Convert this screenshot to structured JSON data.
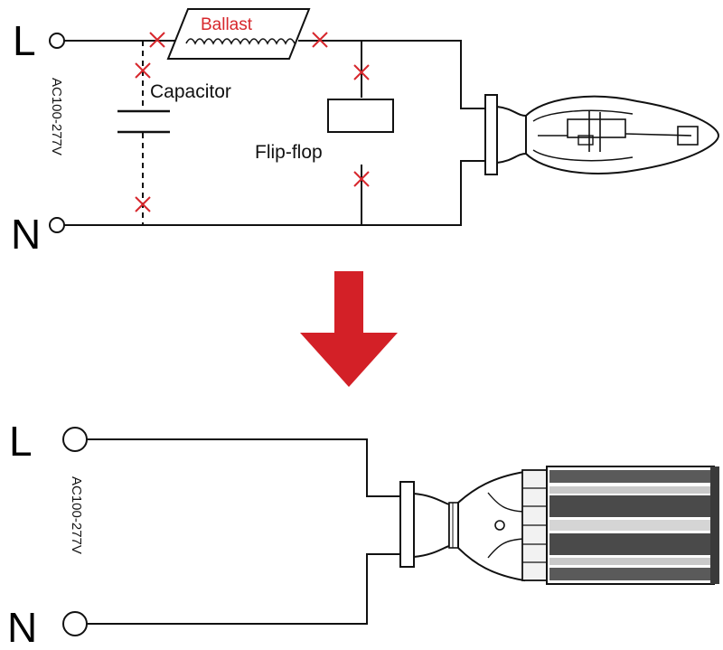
{
  "top_circuit": {
    "terminal_l": "L",
    "terminal_n": "N",
    "voltage": "AC100-277V",
    "ballast_label": "Ballast",
    "capacitor_label": "Capacitor",
    "flipflop_label": "Flip-flop"
  },
  "bottom_circuit": {
    "terminal_l": "L",
    "terminal_n": "N",
    "voltage": "AC100-277V"
  },
  "colors": {
    "ballast_text": "#d7272c",
    "x_mark": "#d7272c",
    "arrow": "#d32027",
    "line": "#111111"
  },
  "icons": {
    "removed_component_mark": "x-mark-icon",
    "conversion_arrow": "arrow-down-icon",
    "old_lamp": "hid-lamp-icon",
    "new_lamp": "led-corn-bulb-icon"
  }
}
